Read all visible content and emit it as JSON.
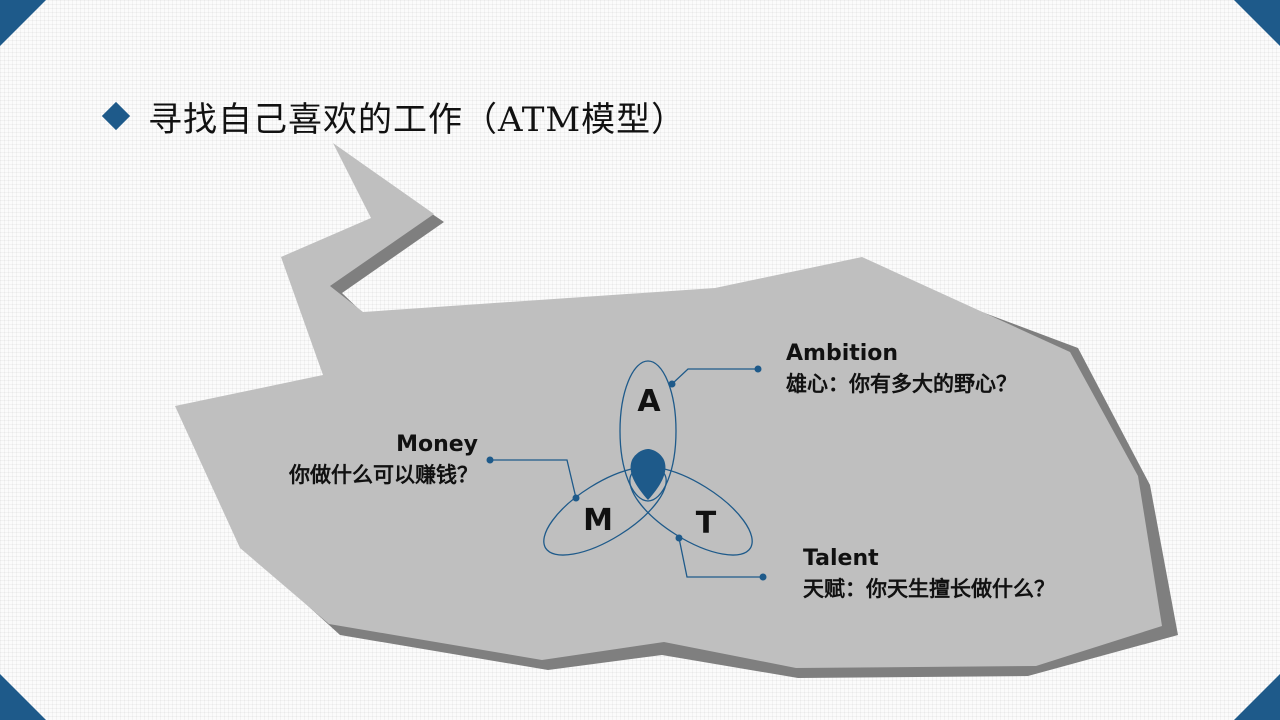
{
  "title": "寻找自己喜欢的工作（ATM模型）",
  "colors": {
    "accent": "#1e5a8a",
    "shape_fill": "#bfbfbf",
    "shape_shadow": "#7f7f7f",
    "leader_line": "#1e5a8a",
    "lobe_fill": "#1e5a8a"
  },
  "icons": [
    "diamond-bullet-icon",
    "corner-triangle-icon"
  ],
  "model": {
    "letters": {
      "a": "A",
      "m": "M",
      "t": "T"
    },
    "ambition": {
      "en": "Ambition",
      "zh": "雄心：你有多大的野心？"
    },
    "money": {
      "en": "Money",
      "zh": "你做什么可以赚钱？"
    },
    "talent": {
      "en": "Talent",
      "zh": "天赋：你天生擅长做什么？"
    }
  }
}
